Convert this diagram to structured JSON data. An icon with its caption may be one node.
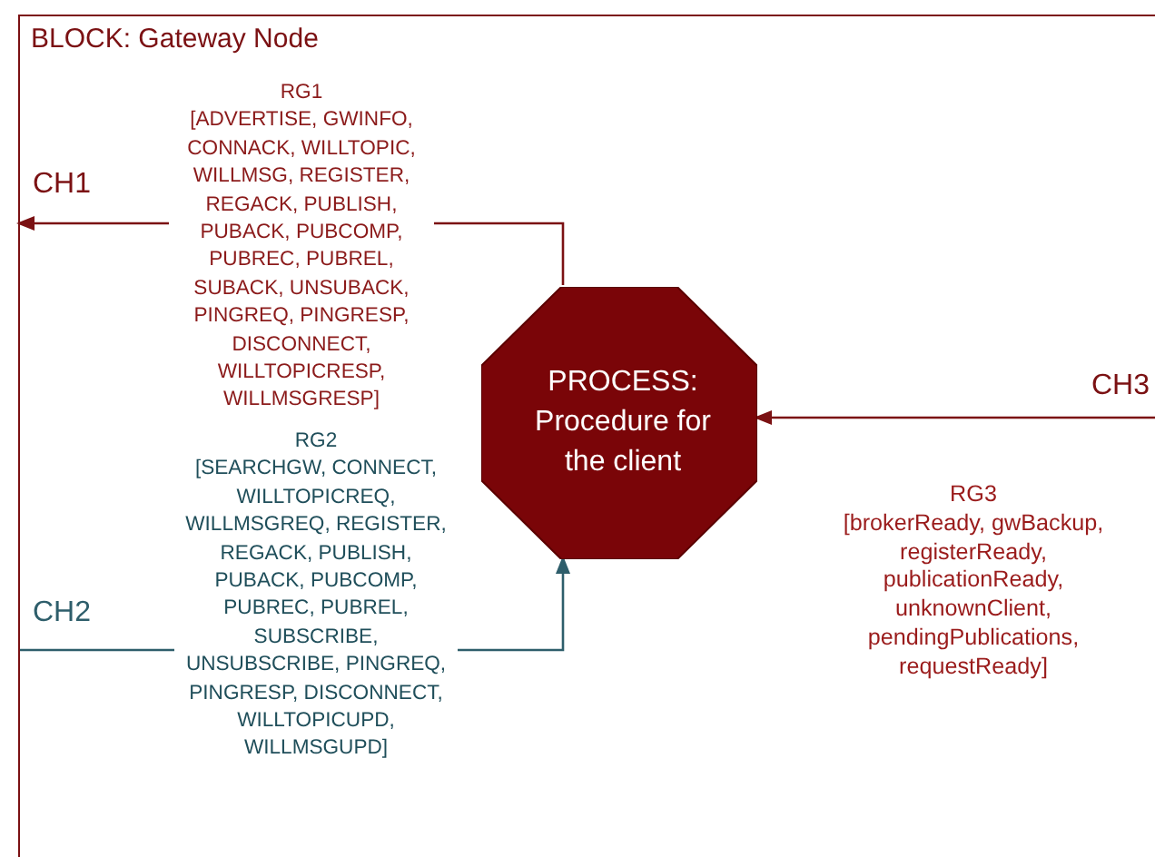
{
  "diagram": {
    "nodes": [
      {
        "text": [
          "BLOCK: Gateway Node"
        ]
      },
      {
        "text": [
          "PROCESS: Procedure for the client"
        ],
        "in": 0
      }
    ],
    "edges": [
      {
        "from": 1,
        "to": null,
        "arrow": "to",
        "label": "RG1 [ADVERTISE, GWINFO, CONNACK, WILLTOPIC, WILLMSG, REGISTER, REGACK, PUBLISH, PUBACK, PUBCOMP, PUBREC, PUBREL, SUBACK, UNSUBACK, PINGREQ, PINGRESP, DISCONNECT, WILLTOPICRESP, WILLMSGRESP]"
      },
      {
        "from": null,
        "to": 1,
        "arrow": "to",
        "color": "#2e5e6b",
        "label": "RG2 [SEARCHGW, CONNECT, WILLTOPICREQ, WILLMSGREQ, REGISTER, REGACK, PUBLISH, PUBACK, PUBCOMP, PUBREC, PUBREL, SUBSCRIBE, UNSUBSCRIBE, PINGREQ, PINGRESP, DISCONNECT, WILLTOPICUPD, WILLMSGUPD]"
      },
      {
        "from": null,
        "to": 1,
        "arrow": "to",
        "label": "RG3 [brokerReady, gwBackup, registerReady, publicationReady, unknownClient, pendingPublications, requestReady]"
      }
    ],
    "labels": [
      "CH1",
      "CH2",
      "CH3"
    ]
  }
}
